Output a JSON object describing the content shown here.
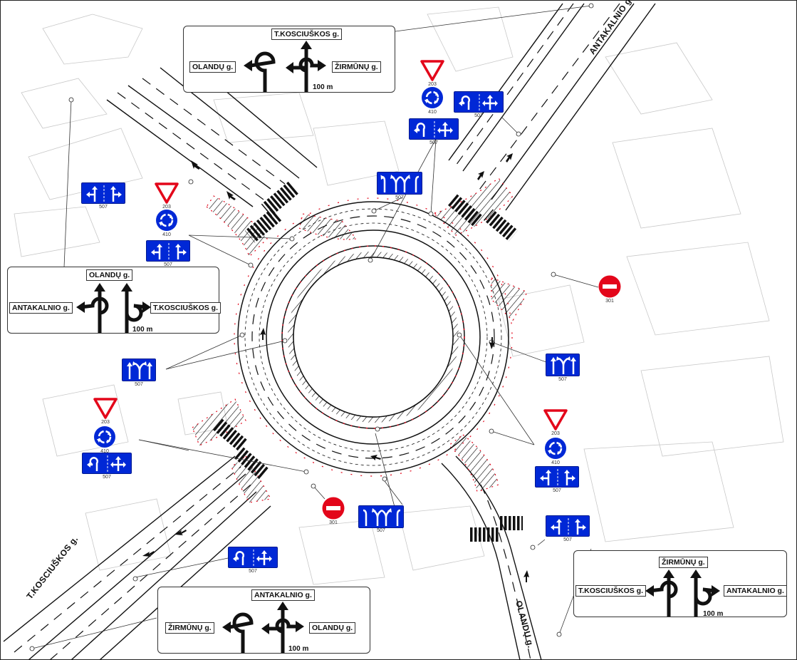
{
  "streets": {
    "antakalnio": "ANTAKALNIO g.",
    "kosciuskos": "T.KOSCIUŠKOS g.",
    "olandu": "OLANDŲ g."
  },
  "panels": {
    "north": {
      "top": "T.KOSCIUŠKOS g.",
      "left": "OLANDŲ g.",
      "right": "ŽIRMŪNŲ g.",
      "distance": "100 m"
    },
    "west": {
      "top": "OLANDŲ g.",
      "left": "ANTAKALNIO g.",
      "right": "T.KOSCIUŠKOS g.",
      "distance": "100 m"
    },
    "south": {
      "top": "ANTAKALNIO g.",
      "left": "ŽIRMŪNŲ g.",
      "right": "OLANDŲ g.",
      "distance": "100 m"
    },
    "east": {
      "top": "ŽIRMŪNŲ g.",
      "left": "T.KOSCIUŠKOS g.",
      "right": "ANTAKALNIO g.",
      "distance": "100 m"
    }
  },
  "sign_codes": {
    "give_way": "203",
    "roundabout": "410",
    "lane_direction": "507",
    "no_entry": "301"
  },
  "colors": {
    "sign_blue": "#0028d6",
    "sign_red": "#e3061a",
    "hatch_red": "#e3061a",
    "road_line": "#111111"
  },
  "icons": [
    "give-way-icon",
    "roundabout-icon",
    "no-entry-icon",
    "lane-arrow-icon",
    "direction-arrow-icon"
  ]
}
